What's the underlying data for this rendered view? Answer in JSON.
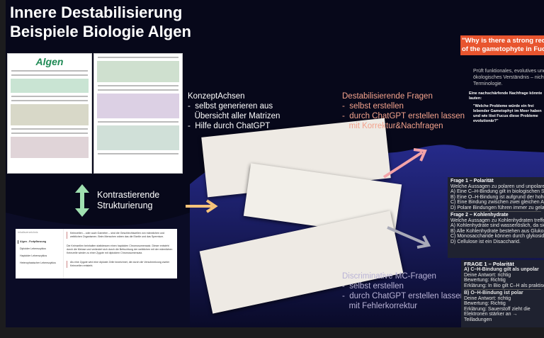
{
  "title": {
    "line1": "Innere Destabilisierung",
    "line2": "Beispiele Biologie Algen"
  },
  "algen_doc": {
    "heading": "Algen"
  },
  "contrast": {
    "line1": "Kontrastierende",
    "line2": "Strukturierung"
  },
  "web_excerpt": {
    "toc": "Inhaltsverzeichnis",
    "section": "Algen - Fortpflanzung",
    "items": [
      "Diploider Lebenszyklus",
      "Haploider Lebenszyklus",
      "Heterophasischer Lebenszyklus"
    ],
    "para1": "Keimzellen – oder auch Gameten – sind die Geschlechtszellen von männlichen und weiblichen Organismen. Beim Menschen wären das die Eizelle und das Spermium.",
    "para2": "Die Keimzellen beinhalten stattdessen einen haploiden Chromosomensatz. Dieser entsteht durch die Meiose und verändert sich durch die Befruchtung der weiblichen mit der männlichen Keimzelle wieder zu einer Zygote mit diploidem Chromosomensatz.",
    "para3": "Als eine Zygote wird eine diploide Zelle bezeichnet, die durch die Verschmelzung zweier Keimzellen entsteht."
  },
  "konzept": {
    "heading": "KonzeptAchsen",
    "bullets": [
      "-  selbst generieren aus ",
      "   Übersicht aller Matrizen",
      "-  Hilfe durch ChatGPT"
    ]
  },
  "destab": {
    "heading": "Destabilisierende Fragen",
    "bullets": [
      "-  selbst erstellen",
      "-  durch ChatGPT erstellen lassen",
      "   mit Korrektur&Nachfragen"
    ]
  },
  "discrim": {
    "heading": "Discriminative MC-Fragen",
    "bullets": [
      "-  selbst erstellen",
      "-  durch ChatGPT erstellen lassen",
      "   mit Fehlerkorrektur"
    ]
  },
  "chatgpt_question": {
    "quote_line1": "\"Why is there a strong redu",
    "quote_line2": "of the gametophyte in Fucu",
    "text": "Prüft funktionales, evolutives und ökologisches Verständnis – nicht Terminologie.",
    "followup_label": "Eine nachschärfende Nachfrage könnte lauten:",
    "followup": "\"Welche Probleme würde ein frei lebender Gametophyt im Meer haben und wie löst Fucus diese Probleme evolutionär?\""
  },
  "mc_panel": {
    "q1_title": "Frage 1 – Polarität",
    "q1_text": "Welche Aussagen zu polaren und unpolaren Bindungen sind korrekt?",
    "q1_options": [
      "A) Eine C–H-Bindung gilt in biologischen Systemen als unpolar.",
      "B) Eine O–H-Bindung ist aufgrund der hohen Elektronegativität von Sauerstoff polar.",
      "C) Eine Bindung zwischen zwei gleichen Atomen ist immer polar.",
      "D) Polare Bindungen führen immer zu geladenen Teilchen."
    ],
    "q2_title": "Frage 2 – Kohlenhydrate",
    "q2_text": "Welche Aussagen zu Kohlenhydraten treffen zu?",
    "q2_options": [
      "A) Kohlenhydrate sind wasserlöslich, da sie viele Hydroxylgruppen besitzen.",
      "B) Alle Kohlenhydrate bestehen aus Glukose.",
      "C) Monosaccharide können durch glykosidische Bindungen verknüpft werden.",
      "D) Cellulose ist ein Disaccharid."
    ]
  },
  "feedback_panel": {
    "title": "FRAGE 1 – Polarität",
    "a_head": "A) C–H-Bindung gilt als unpolar",
    "a_lines": [
      "Deine Antwort: richtig",
      "Bewertung: Richtig",
      "Erklärung: In Bio gilt C–H als praktisch unpolar."
    ],
    "b_head": "B) O–H-Bindung ist polar",
    "b_lines": [
      "Deine Antwort: richtig",
      "Bewertung: Richtig",
      "Erklärung: Sauerstoff zieht die Elektronen stärker an → Teilladungen"
    ]
  },
  "colors": {
    "destab": "#f3a28c",
    "discrim": "#b9b3d6",
    "arrow_green": "#9fe0b0",
    "arrow_orange": "#f7c37a",
    "arrow_pink": "#f4a3a8",
    "arrow_gray": "#a9aab8",
    "quote_bg": "#e8552f"
  }
}
